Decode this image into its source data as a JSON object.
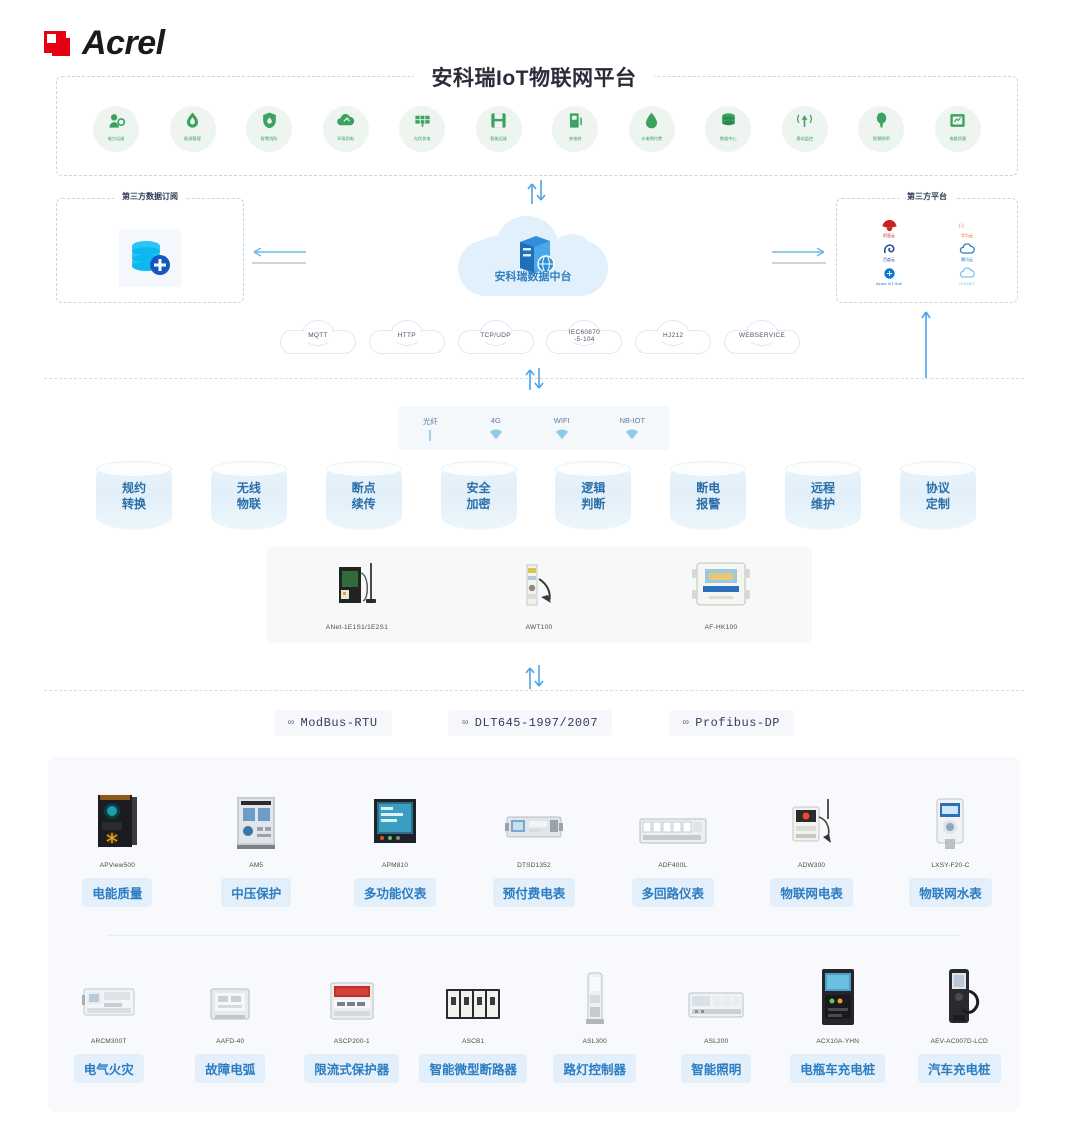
{
  "brand": {
    "name": "Acrel"
  },
  "platform": {
    "title": "安科瑞IoT物联网平台",
    "modules": [
      {
        "label": "电力运维",
        "icon": "power-ops-icon",
        "glyph": "⚙"
      },
      {
        "label": "能源管理",
        "icon": "energy-mgmt-icon",
        "glyph": "◈"
      },
      {
        "label": "智慧消防",
        "icon": "smart-fire-icon",
        "glyph": "◉"
      },
      {
        "label": "环保用电",
        "icon": "eco-power-icon",
        "glyph": "☁"
      },
      {
        "label": "光伏发电",
        "icon": "photovoltaic-icon",
        "glyph": "▤"
      },
      {
        "label": "智能运维",
        "icon": "smart-ops-icon",
        "glyph": "▣"
      },
      {
        "label": "充电桩",
        "icon": "charging-pile-icon",
        "glyph": "▯"
      },
      {
        "label": "水电预付费",
        "icon": "prepaid-utility-icon",
        "glyph": "💧"
      },
      {
        "label": "数据中心",
        "icon": "data-center-icon",
        "glyph": "▤"
      },
      {
        "label": "基站监控",
        "icon": "base-station-icon",
        "glyph": "((•))"
      },
      {
        "label": "智慧照明",
        "icon": "smart-lighting-icon",
        "glyph": "◯"
      },
      {
        "label": "电能质量",
        "icon": "power-quality-icon",
        "glyph": "▦"
      }
    ]
  },
  "left_box": {
    "title": "第三方数据订阅",
    "icon": "database-add-icon"
  },
  "center_cloud": {
    "label": "安科瑞数据中台",
    "icon": "server-cloud-icon"
  },
  "right_box": {
    "title": "第三方平台",
    "platforms": [
      {
        "name": "阿里云",
        "icon": "alibaba-cloud-icon",
        "color": "#c8231f"
      },
      {
        "name": "华为云",
        "icon": "huawei-cloud-icon",
        "color": "#e8641c"
      },
      {
        "name": "百度云",
        "icon": "baidu-cloud-icon",
        "color": "#2b4b9b"
      },
      {
        "name": "腾讯云",
        "icon": "tencent-cloud-icon",
        "color": "#2b7cc0"
      },
      {
        "name": "Azure IoT Hub",
        "icon": "azure-iot-hub-icon",
        "color": "#0b78d0"
      },
      {
        "name": "OneNET",
        "icon": "onenet-icon",
        "color": "#7ec3e8"
      }
    ]
  },
  "protocols": [
    {
      "label": "MQTT"
    },
    {
      "label": "HTTP"
    },
    {
      "label": "TCP/UDP"
    },
    {
      "label": "IEC60870-5-104"
    },
    {
      "label": "HJ212"
    },
    {
      "label": "WEBSERVICE"
    }
  ],
  "network": {
    "items": [
      {
        "label": "光纤",
        "icon": "fiber-line-icon"
      },
      {
        "label": "4G",
        "icon": "wifi-signal-icon"
      },
      {
        "label": "WIFI",
        "icon": "wifi-signal-icon"
      },
      {
        "label": "NB-IOT",
        "icon": "wifi-signal-icon"
      }
    ]
  },
  "capabilities": [
    {
      "line1": "规约",
      "line2": "转换"
    },
    {
      "line1": "无线",
      "line2": "物联"
    },
    {
      "line1": "断点",
      "line2": "续传"
    },
    {
      "line1": "安全",
      "line2": "加密"
    },
    {
      "line1": "逻辑",
      "line2": "判断"
    },
    {
      "line1": "断电",
      "line2": "报警"
    },
    {
      "line1": "远程",
      "line2": "维护"
    },
    {
      "line1": "协议",
      "line2": "定制"
    }
  ],
  "gateways": [
    {
      "model": "ANet-1E1S1/1E2S1",
      "icon": "gateway-device-icon"
    },
    {
      "model": "AWT100",
      "icon": "wireless-transmitter-icon"
    },
    {
      "model": "AF-HK100",
      "icon": "monitor-box-icon"
    }
  ],
  "fieldbus": [
    {
      "label": "ModBus-RTU",
      "icon": "link-icon"
    },
    {
      "label": "DLT645-1997/2007",
      "icon": "link-icon"
    },
    {
      "label": "Profibus-DP",
      "icon": "link-icon"
    }
  ],
  "products": {
    "row1": [
      {
        "model": "APView500",
        "tag": "电能质量",
        "icon": "power-quality-meter-icon"
      },
      {
        "model": "AM5",
        "tag": "中压保护",
        "icon": "protection-relay-icon"
      },
      {
        "model": "APM810",
        "tag": "多功能仪表",
        "icon": "multifunction-meter-icon"
      },
      {
        "model": "DTSD1352",
        "tag": "预付费电表",
        "icon": "prepaid-meter-icon"
      },
      {
        "model": "ADF400L",
        "tag": "多回路仪表",
        "icon": "multiloop-meter-icon"
      },
      {
        "model": "ADW300",
        "tag": "物联网电表",
        "icon": "iot-meter-icon"
      },
      {
        "model": "LXSY-F20-C",
        "tag": "物联网水表",
        "icon": "iot-water-meter-icon"
      }
    ],
    "row2": [
      {
        "model": "ARCM300T",
        "tag": "电气火灾",
        "icon": "electrical-fire-detector-icon"
      },
      {
        "model": "AAFD-40",
        "tag": "故障电弧",
        "icon": "arc-fault-detector-icon"
      },
      {
        "model": "ASCP200-1",
        "tag": "限流式保护器",
        "icon": "current-limit-protector-icon"
      },
      {
        "model": "ASCB1",
        "tag": "智能微型断路器",
        "icon": "smart-mcb-icon"
      },
      {
        "model": "ASL300",
        "tag": "路灯控制器",
        "icon": "street-light-controller-icon"
      },
      {
        "model": "ASL200",
        "tag": "智能照明",
        "icon": "smart-lighting-module-icon"
      },
      {
        "model": "ACX10A-YHN",
        "tag": "电瓶车充电桩",
        "icon": "ebike-charging-pile-icon"
      },
      {
        "model": "AEV-AC007D-LCD",
        "tag": "汽车充电桩",
        "icon": "ev-charging-pile-icon"
      }
    ]
  },
  "colors": {
    "brand_red": "#e60012",
    "accent_blue": "#2b7cc0",
    "green": "#3aa35f",
    "arrow_blue": "#4da3e8"
  }
}
